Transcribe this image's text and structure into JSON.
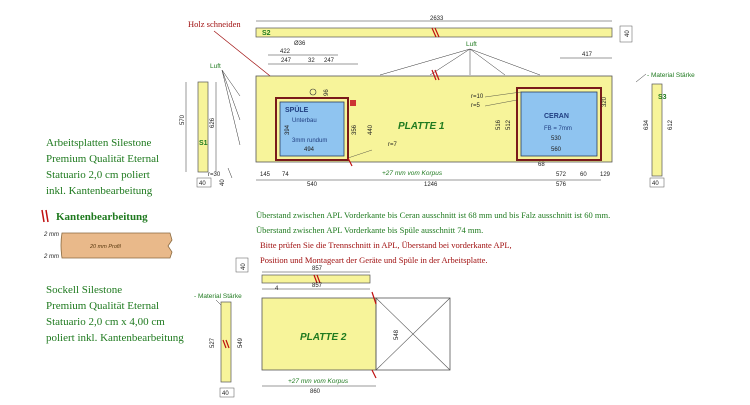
{
  "annotations": {
    "holz_schneiden": "Holz schneiden",
    "luft_left": "Luft",
    "luft_top": "Luft",
    "material_staerke_top": "- Material Stärke",
    "material_staerke_bottom": "- Material Stärke"
  },
  "left_text": {
    "block1": [
      "Arbeitsplatten Silestone",
      "Premium Qualität Eternal",
      "Statuario 2,0 cm poliert",
      "inkl. Kantenbearbeitung"
    ],
    "kanten_title": "Kantenbearbeitung",
    "profil_label": "20 mm Profil",
    "profil_mm_top": "2 mm",
    "profil_mm_bottom": "2 mm",
    "block2": [
      "Sockell Silestone",
      "Premium Qualität Eternal",
      "Statuario 2,0 cm x 4,00 cm",
      "poliert inkl. Kantenbearbeitung"
    ]
  },
  "notes": {
    "green1": "Überstand zwischen APL Vorderkante bis Ceran ausschnitt ist 68 mm und bis Falz ausschnitt ist 60 mm.",
    "green2": "Überstand zwischen APL Vorderkante bis Spüle ausschnitt 74 mm.",
    "red1": "Bitte prüfen Sie die Trennschnitt in APL, Überstand bei vorderkante APL,",
    "red2": "Position und Montageart der Geräte und Spüle in der Arbeitsplatte."
  },
  "platte1": {
    "title": "PLATTE 1",
    "spuele_label": "SPÜLE",
    "spuele_sub": "Unterbau",
    "spuele_radius": "3mm rundum",
    "spuele_w": "494",
    "spuele_h": "394",
    "ceran_label": "CERAN",
    "ceran_fb": "FB = 7mm",
    "ceran_w": "530",
    "ceran_w2": "560",
    "korpus_note": "+27 mm vom Korpus"
  },
  "platte2": {
    "title": "PLATTE 2",
    "korpus_note": "+27 mm vom Korpus"
  },
  "labels": {
    "s1": "S1",
    "s2": "S2",
    "s3": "S3"
  },
  "dimensions": {
    "d2633": "2633",
    "d40a": "40",
    "d36": "Ø36",
    "d422": "422",
    "d247a": "247",
    "d32": "32",
    "d247b": "247",
    "d417": "417",
    "d570": "570",
    "d626": "626",
    "d96": "96",
    "d356": "356",
    "d440": "440",
    "d516": "516",
    "d512": "512",
    "d320": "320",
    "d634": "634",
    "d612": "612",
    "r10": "r=10",
    "r5": "r=5",
    "r7": "r=7",
    "r30": "r=30",
    "d145": "145",
    "d74": "74",
    "d540": "540",
    "d1246": "1246",
    "d68": "68",
    "d572": "572",
    "d576": "576",
    "d60": "60",
    "d129": "129",
    "d40b": "40",
    "d40c": "40",
    "d857a": "857",
    "d40d": "40",
    "d857b": "857",
    "d4": "4",
    "d527": "527",
    "d549": "549",
    "d548": "548",
    "d860": "860",
    "d40e": "40"
  }
}
